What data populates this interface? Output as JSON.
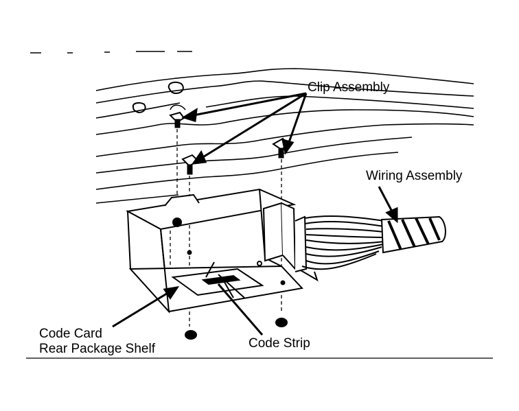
{
  "labels": {
    "clip_assembly": "Clip Assembly",
    "wiring_assembly": "Wiring Assembly",
    "code_card": "Code Card",
    "rear_package_shelf": "Rear Package Shelf",
    "code_strip": "Code Strip"
  },
  "colors": {
    "ink": "#000000",
    "paper": "#ffffff"
  }
}
